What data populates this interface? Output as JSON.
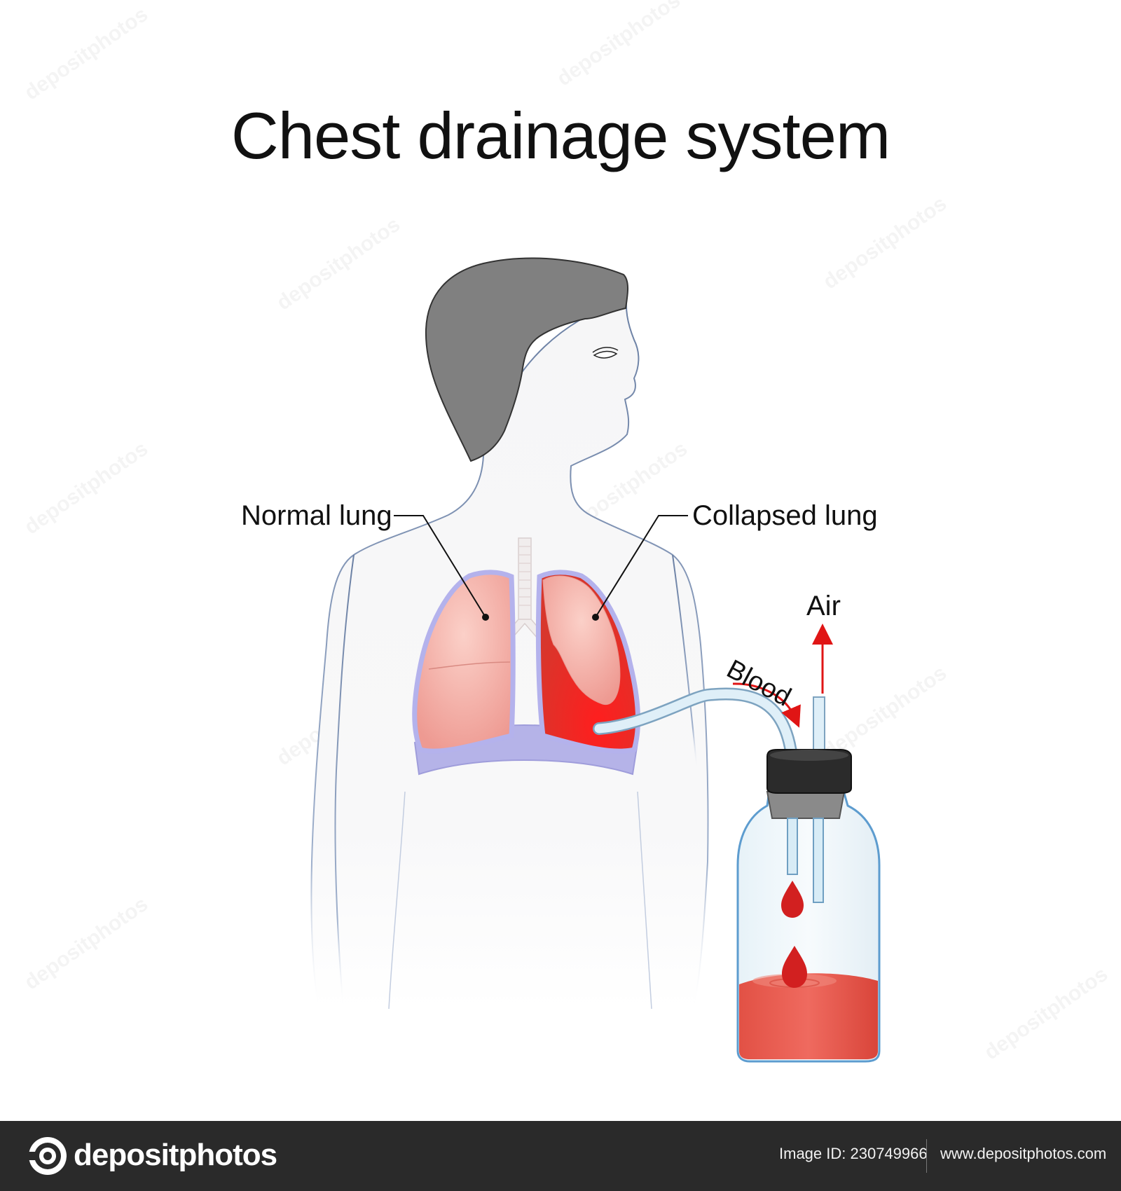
{
  "title": "Chest drainage system",
  "labels": {
    "normal_lung": "Normal lung",
    "collapsed_lung": "Collapsed lung",
    "air": "Air",
    "blood": "Blood"
  },
  "watermark": {
    "text": "depositphotos"
  },
  "footer": {
    "brand": "depositphotos",
    "image_id": "Image ID: 230749966",
    "website": "www.depositphotos.com"
  },
  "colors": {
    "hair": "#808080",
    "lung": "#f4a9a0",
    "blood": "#e8322a",
    "diaphragm": "#b5b3e8",
    "tube": "#cfe6f2",
    "cap": "#2b2b2b",
    "arrow": "#e01515",
    "footer_bg": "#2a2a2a"
  }
}
